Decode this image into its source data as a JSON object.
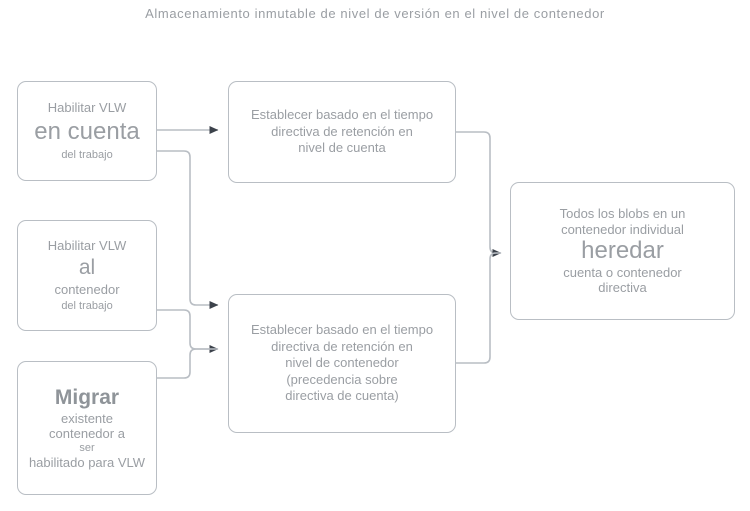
{
  "diagram": {
    "title": "Almacenamiento inmutable de nivel de versión en el nivel de contenedor",
    "colors": {
      "text": "#9a9ea3",
      "border": "#b9bec4",
      "connector": "#b9bec4",
      "arrowhead": "#3c424b",
      "background": "#ffffff"
    }
  },
  "nodes": {
    "enable_account": {
      "name": "enable-vlw-account",
      "lines": [
        {
          "text": "Habilitar VLW",
          "size": "md"
        },
        {
          "text": "en cuenta",
          "size": "xl"
        },
        {
          "text": "del trabajo",
          "size": "sm"
        }
      ]
    },
    "enable_container": {
      "name": "enable-vlw-container",
      "lines": [
        {
          "text": "Habilitar VLW",
          "size": "md"
        },
        {
          "text": "al",
          "size": "lg"
        },
        {
          "text": "contenedor",
          "size": "md"
        },
        {
          "text": "del trabajo",
          "size": "sm"
        }
      ]
    },
    "migrate": {
      "name": "migrate-existing-container",
      "lines": [
        {
          "text": "Migrar",
          "size": "lg",
          "bold": true
        },
        {
          "text": "existente",
          "size": "md"
        },
        {
          "text": "contenedor a",
          "size": "md"
        },
        {
          "text": "ser",
          "size": "sm"
        },
        {
          "text": "habilitado para VLW",
          "size": "md"
        }
      ]
    },
    "account_policy": {
      "name": "set-account-level-retention-policy",
      "lines": [
        {
          "text": "Establecer basado en el tiempo",
          "size": "md"
        },
        {
          "text": "directiva de retención en",
          "size": "md"
        },
        {
          "text": "nivel de cuenta",
          "size": "md"
        }
      ]
    },
    "container_policy": {
      "name": "set-container-level-retention-policy",
      "lines": [
        {
          "text": "Establecer basado en el tiempo",
          "size": "md"
        },
        {
          "text": "directiva de retención en",
          "size": "md"
        },
        {
          "text": "nivel de contenedor",
          "size": "md"
        },
        {
          "text": "(precedencia sobre",
          "size": "md"
        },
        {
          "text": "directiva de cuenta)",
          "size": "md"
        }
      ]
    },
    "blobs_inherit": {
      "name": "blobs-inherit-policy",
      "lines": [
        {
          "text": "Todos los blobs en un",
          "size": "md"
        },
        {
          "text": "contenedor individual",
          "size": "md"
        },
        {
          "text": "heredar",
          "size": "xl"
        },
        {
          "text": "cuenta o contenedor",
          "size": "md"
        },
        {
          "text": "directiva",
          "size": "md"
        }
      ]
    }
  },
  "connectors": [
    {
      "name": "enable-account-to-account-policy",
      "from": "enable_account",
      "to": "account_policy"
    },
    {
      "name": "enable-account-to-container-policy",
      "from": "enable_account",
      "to": "container_policy"
    },
    {
      "name": "enable-container-to-container-policy",
      "from": "enable_container",
      "to": "container_policy"
    },
    {
      "name": "migrate-to-container-policy",
      "from": "migrate",
      "to": "container_policy"
    },
    {
      "name": "account-policy-to-blobs-inherit",
      "from": "account_policy",
      "to": "blobs_inherit"
    },
    {
      "name": "container-policy-to-blobs-inherit",
      "from": "container_policy",
      "to": "blobs_inherit"
    }
  ]
}
